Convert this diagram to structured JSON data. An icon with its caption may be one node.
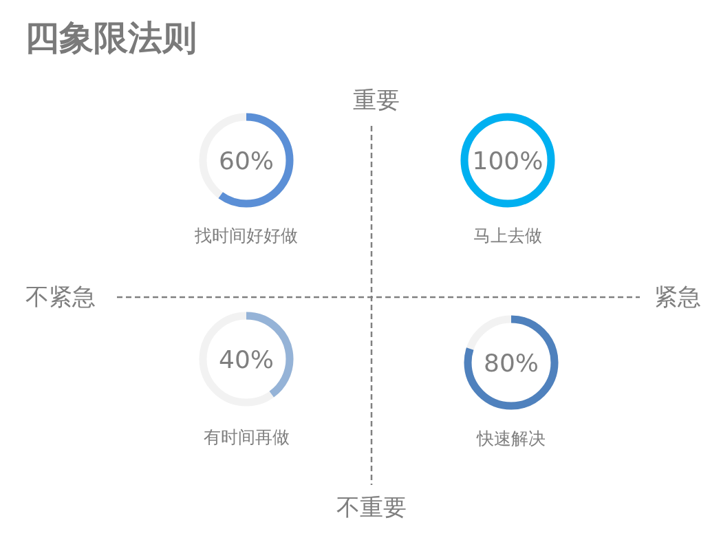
{
  "diagram": {
    "title": "四象限法则",
    "nodes": [
      {
        "text": [
          "60%"
        ],
        "beside": [
          "找时间好好做"
        ]
      },
      {
        "text": [
          "100%"
        ],
        "beside": [
          "马上去做"
        ]
      },
      {
        "text": [
          "40%"
        ],
        "beside": [
          "有时间再做"
        ]
      },
      {
        "text": [
          "80%"
        ],
        "beside": [
          "快速解决"
        ]
      }
    ],
    "labels": [
      "重要",
      "不紧急",
      "紧急",
      "不重要"
    ]
  }
}
